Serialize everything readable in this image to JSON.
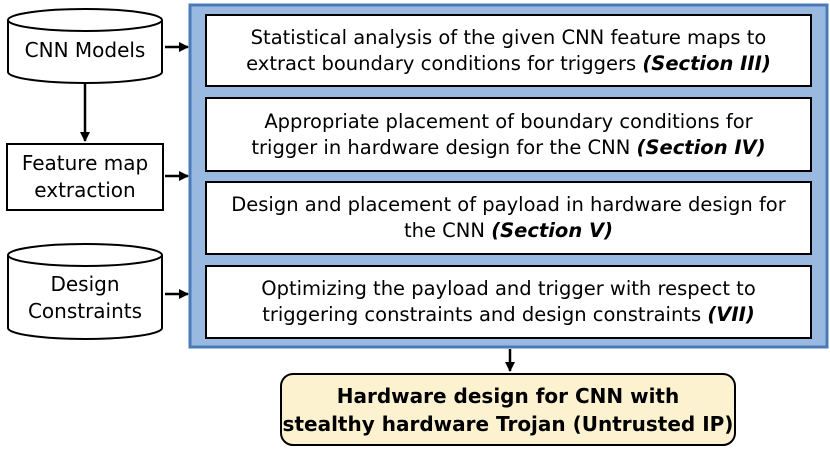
{
  "colors": {
    "panel_fill": "#99b9e0",
    "panel_border": "#4a7ab8",
    "output_fill": "#fdf2d0",
    "stroke": "#000000"
  },
  "inputs": {
    "cnn_models": [
      "CNN Models"
    ],
    "feature_map": [
      "Feature map",
      "extraction"
    ],
    "design_constraints": [
      "Design",
      "Constraints"
    ]
  },
  "steps": [
    {
      "line1": "Statistical analysis of the given CNN feature maps to",
      "line2": "extract boundary conditions for triggers",
      "ref": "(Section III)"
    },
    {
      "line1": "Appropriate placement of boundary conditions for",
      "line2": "trigger in hardware design for the CNN",
      "ref": "(Section IV)"
    },
    {
      "line1": "Design and placement of payload in hardware design for",
      "line2": "the CNN",
      "ref": "(Section V)"
    },
    {
      "line1": "Optimizing the payload and trigger with respect to",
      "line2": "triggering constraints and design constraints",
      "ref": "(VII)"
    }
  ],
  "output": [
    "Hardware design for CNN with",
    "stealthy hardware Trojan (Untrusted IP)"
  ]
}
